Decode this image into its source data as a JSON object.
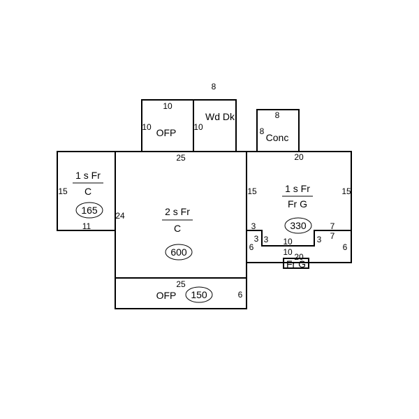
{
  "areas": {
    "west": {
      "label_top": "1 s Fr",
      "label_bottom": "C",
      "area": "165"
    },
    "main": {
      "label_top": "2 s Fr",
      "label_bottom": "C",
      "area": "600"
    },
    "east": {
      "label_top": "1 s Fr",
      "label_bottom": "Fr G",
      "area": "330"
    },
    "ofp_top": {
      "label": "OFP"
    },
    "wood_deck": {
      "label": "Wd Dk"
    },
    "concrete": {
      "label": "Conc"
    },
    "ofp_bottom": {
      "label": "OFP",
      "area": "150"
    },
    "garage_bottom": {
      "label": "Fr G"
    }
  },
  "dimensions": {
    "ofp_top_width": "10",
    "ofp_top_height": "10",
    "wd_dk_width": "8",
    "wd_dk_height": "10",
    "conc_width": "8",
    "conc_height": "8",
    "main_top": "25",
    "main_side": "24",
    "west_side": "15",
    "west_bottom": "11",
    "east_top": "20",
    "east_left": "15",
    "east_right": "15",
    "notch_left_top": "3",
    "notch_left_side": "3",
    "notch_left_inner": "3",
    "notch_bottom_upper": "10",
    "notch_bottom_lower": "10",
    "notch_right_inner": "3",
    "notch_right_top": "7",
    "notch_right_side": "7",
    "garage_left": "6",
    "garage_right": "6",
    "garage_bottom_width": "20",
    "ofp_bottom_width": "25",
    "ofp_bottom_height": "6"
  }
}
